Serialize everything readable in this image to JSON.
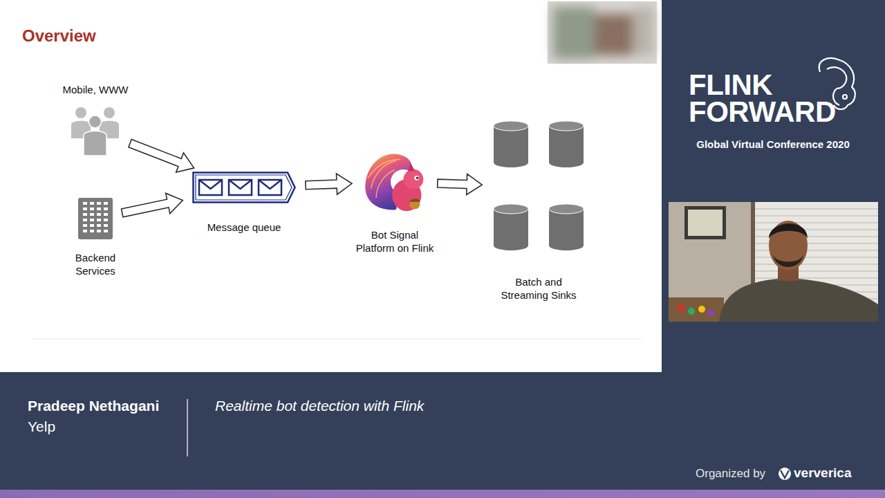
{
  "diagram": {
    "title": "Overview",
    "nodes": [
      {
        "text": [
          "Mobile, WWW"
        ]
      },
      {
        "text": [
          "Backend Services"
        ]
      },
      {
        "text": [
          "Message queue"
        ]
      },
      {
        "text": [
          "Bot Signal Platform on Flink"
        ]
      },
      {
        "text": [
          "Batch and Streaming Sinks"
        ]
      }
    ],
    "edges": [
      {
        "from": 0,
        "to": 2,
        "arrow": "to"
      },
      {
        "from": 1,
        "to": 2,
        "arrow": "to"
      },
      {
        "from": 2,
        "to": 3,
        "arrow": "to"
      },
      {
        "from": 3,
        "to": 4,
        "arrow": "to"
      }
    ],
    "labels": [
      "FLINK FORWARD",
      "Global Virtual Conference 2020",
      "Pradeep Nethagani",
      "Yelp",
      "Realtime bot detection with Flink",
      "Organized by",
      "ververica"
    ]
  }
}
